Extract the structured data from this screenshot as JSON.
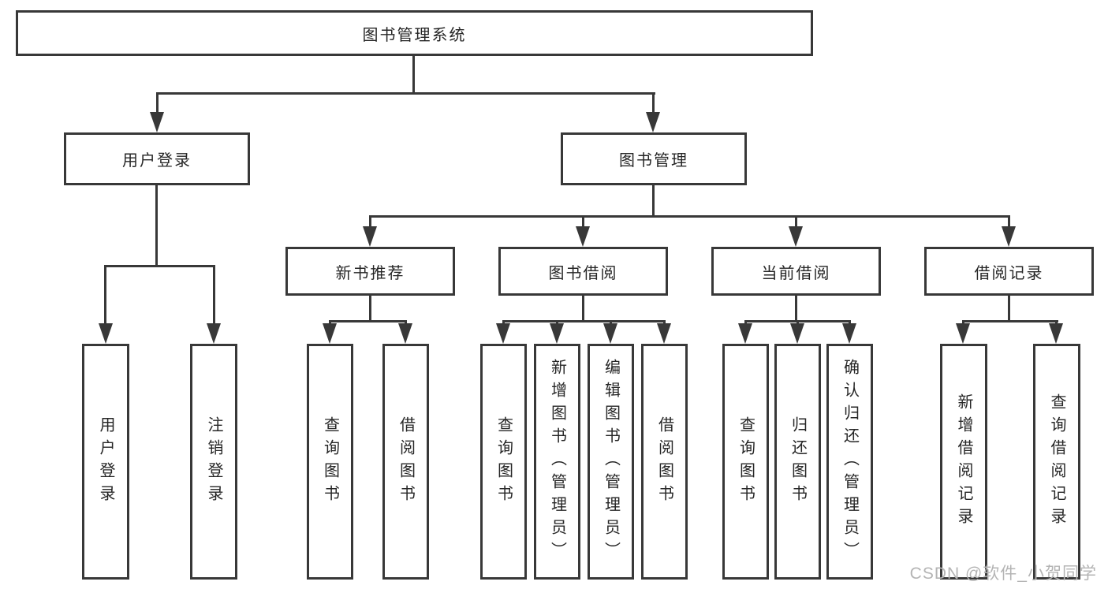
{
  "colors": {
    "line": "#383838",
    "text": "#262626",
    "watermark": "#b4b4b4",
    "background": "#ffffff"
  },
  "watermark": {
    "text": "CSDN @软件_小贺同学"
  },
  "tree": {
    "root": "图书管理系统",
    "branches": [
      {
        "label": "用户登录",
        "children": [
          "用户登录",
          "注销登录"
        ]
      },
      {
        "label": "图书管理",
        "groups": [
          {
            "label": "新书推荐",
            "children": [
              "查询图书",
              "借阅图书"
            ]
          },
          {
            "label": "图书借阅",
            "children": [
              "查询图书",
              "新增图书（管理员）",
              "编辑图书（管理员）",
              "借阅图书"
            ]
          },
          {
            "label": "当前借阅",
            "children": [
              "查询图书",
              "归还图书",
              "确认归还（管理员）"
            ]
          },
          {
            "label": "借阅记录",
            "children": [
              "新增借阅记录",
              "查询借阅记录"
            ]
          }
        ]
      }
    ]
  }
}
